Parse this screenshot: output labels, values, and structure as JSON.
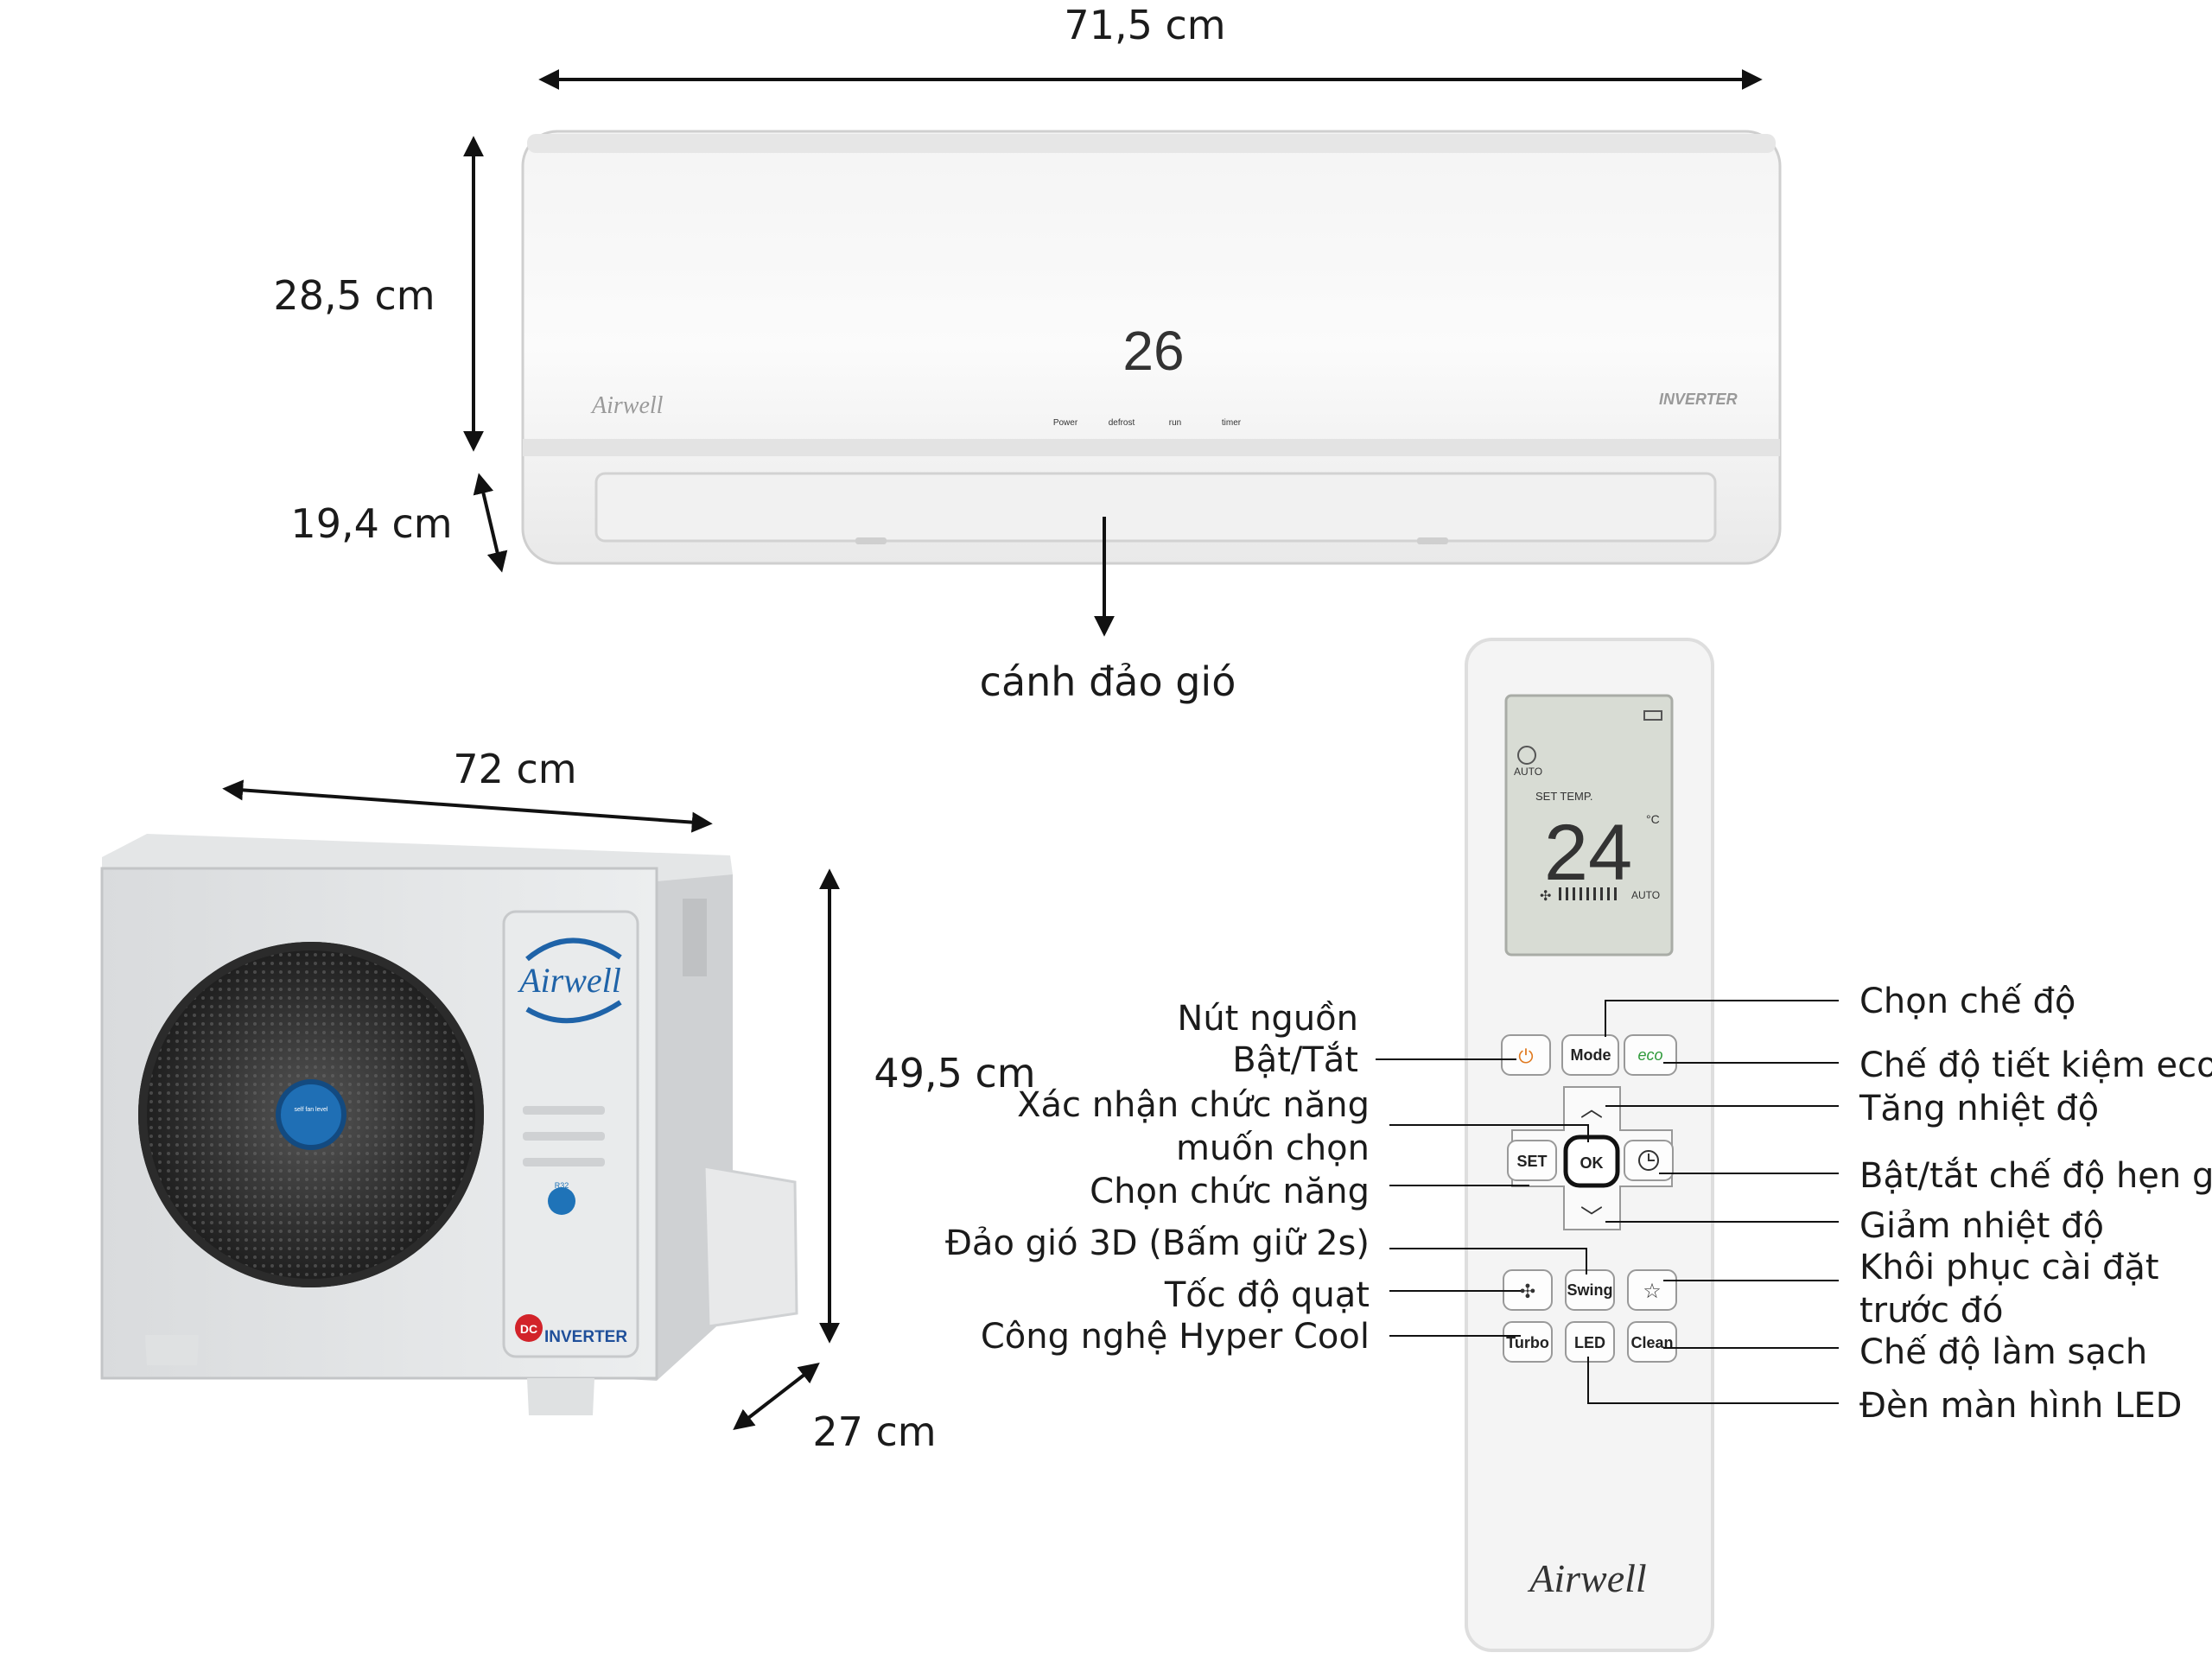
{
  "dimensions": {
    "indoor_width": "71,5 cm",
    "indoor_height": "28,5 cm",
    "indoor_depth": "19,4 cm",
    "outdoor_width": "72 cm",
    "outdoor_height": "49,5 cm",
    "outdoor_depth": "27 cm"
  },
  "indoor_unit": {
    "display_temp": "26",
    "indicators": [
      "Power",
      "defrost",
      "run",
      "timer"
    ],
    "brand": "Airwell",
    "inverter_badge": "INVERTER",
    "louver_label": "cánh đảo gió"
  },
  "outdoor_unit": {
    "brand": "Airwell",
    "fan_center": "self fan level",
    "refrigerant": "R32",
    "dc_badge": "DC",
    "inverter_badge": "INVERTER"
  },
  "remote": {
    "lcd": {
      "mode": "AUTO",
      "set_temp_label": "SET TEMP.",
      "temp": "24",
      "unit": "°C",
      "fan": "AUTO"
    },
    "buttons": {
      "mode": "Mode",
      "eco": "eco",
      "set": "SET",
      "ok": "OK",
      "swing": "Swing",
      "turbo": "Turbo",
      "led": "LED",
      "clean": "Clean"
    },
    "brand": "Airwell"
  },
  "callouts_left": {
    "power_1": "Nút nguồn",
    "power_2": "Bật/Tắt",
    "confirm_1": "Xác nhận chức năng",
    "confirm_2": "muốn chọn",
    "select": "Chọn chức năng",
    "swing3d": "Đảo gió 3D (Bấm giữ 2s)",
    "fan_speed": "Tốc độ quạt",
    "hyper_cool": "Công nghệ Hyper Cool"
  },
  "callouts_right": {
    "mode": "Chọn chế độ",
    "eco": "Chế độ tiết kiệm eco",
    "temp_up": "Tăng nhiệt độ",
    "timer": "Bật/tắt chế độ hẹn giờ",
    "temp_down": "Giảm nhiệt độ",
    "restore_1": "Khôi phục cài đặt",
    "restore_2": "trước đó",
    "clean": "Chế độ làm sạch",
    "led": "Đèn màn hình LED"
  }
}
